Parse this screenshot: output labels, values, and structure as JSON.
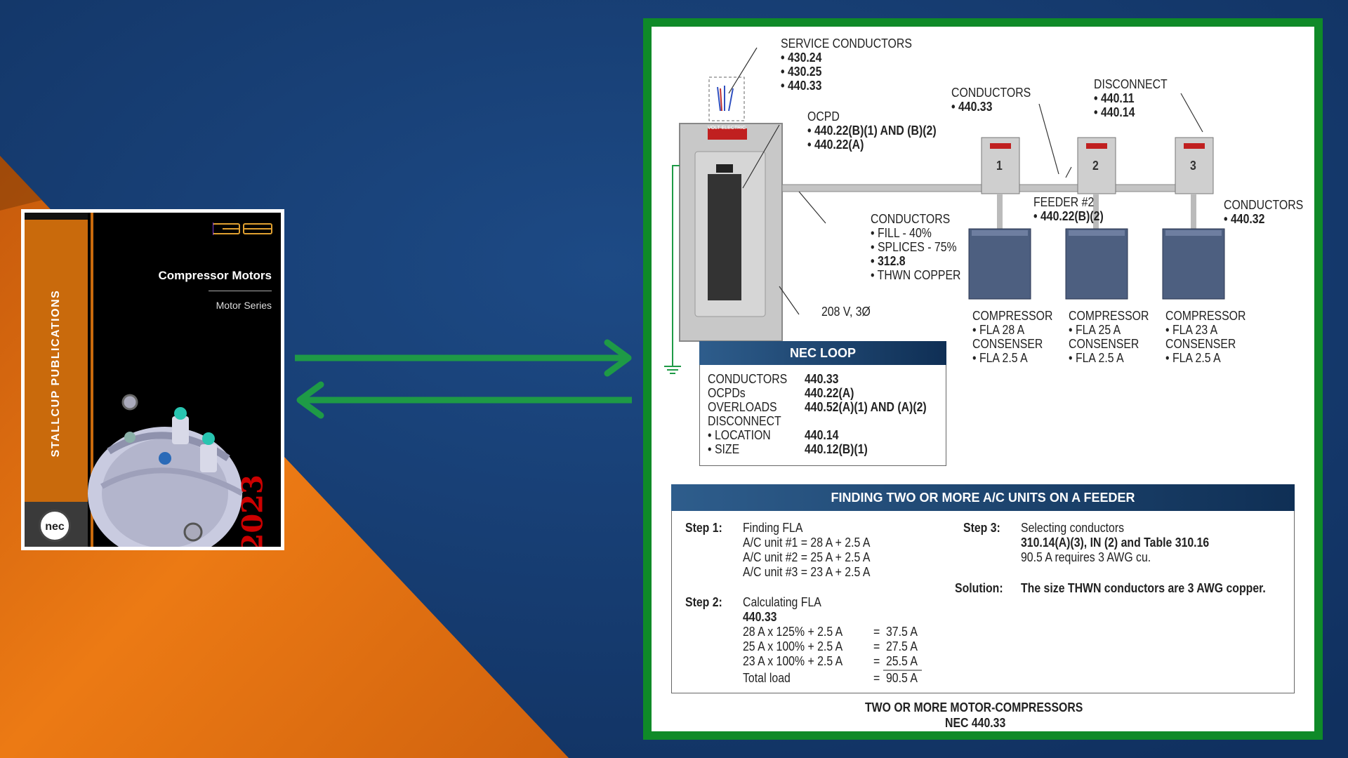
{
  "colors": {
    "navy": "#163a6e",
    "orange": "#e06a10",
    "green_border": "#0f8a28",
    "arrow_green": "#1e9a46"
  },
  "book": {
    "publisher": "STALLCUP PUBLICATIONS",
    "title": "Compressor Motors",
    "subtitle": "Motor Series",
    "year": "2023",
    "logo_text": "nec",
    "brand_logo": "GB"
  },
  "arrows": {
    "icons": [
      "arrow-right-icon",
      "arrow-left-icon"
    ]
  },
  "diagram": {
    "service": {
      "title": "SERVICE CONDUCTORS",
      "refs": [
        "• 430.24",
        "• 430.25",
        "• 440.33"
      ]
    },
    "ocpd": {
      "title": "OCPD",
      "refs": [
        "• 440.22(B)(1) AND (B)(2)",
        "• 440.22(A)"
      ]
    },
    "panel_label": "VOLT ELECTRIC",
    "conductors_top": {
      "title": "CONDUCTORS",
      "ref": "• 440.33"
    },
    "disconnect": {
      "title": "DISCONNECT",
      "refs": [
        "• 440.11",
        "• 440.14"
      ]
    },
    "feeder": {
      "title": "FEEDER #2",
      "ref": "• 440.22(B)(2)"
    },
    "conductors_right": {
      "title": "CONDUCTORS",
      "ref": "• 440.32"
    },
    "conductors_mid": {
      "title": "CONDUCTORS",
      "lines": [
        "• FILL - 40%",
        "• SPLICES - 75%"
      ],
      "ref": "• 312.8",
      "last": "• THWN COPPER"
    },
    "voltage": "208 V, 3Ø",
    "disconnect_numbers": [
      "1",
      "2",
      "3"
    ],
    "units": [
      {
        "compressor": "COMPRESSOR",
        "fla": "• FLA   28 A",
        "condenser": "CONSENSER",
        "cfla": "• FLA 2.5 A"
      },
      {
        "compressor": "COMPRESSOR",
        "fla": "• FLA   25 A",
        "condenser": "CONSENSER",
        "cfla": "• FLA 2.5 A"
      },
      {
        "compressor": "COMPRESSOR",
        "fla": "• FLA   23 A",
        "condenser": "CONSENSER",
        "cfla": "• FLA 2.5 A"
      }
    ],
    "nec_loop": {
      "title": "NEC LOOP",
      "rows": [
        {
          "label": "CONDUCTORS",
          "value": "440.33"
        },
        {
          "label": "OCPDs",
          "value": "440.22(A)"
        },
        {
          "label": "OVERLOADS",
          "value": "440.52(A)(1) AND (A)(2)"
        },
        {
          "label": "DISCONNECT",
          "value": ""
        },
        {
          "label": "• LOCATION",
          "value": "440.14"
        },
        {
          "label": "• SIZE",
          "value": "440.12(B)(1)"
        }
      ]
    },
    "finding": {
      "title": "FINDING TWO OR MORE A/C UNITS ON A FEEDER",
      "step1": {
        "label": "Step 1:",
        "title": "Finding FLA",
        "lines": [
          "A/C unit #1 = 28 A + 2.5 A",
          "A/C unit #2 = 25 A + 2.5 A",
          "A/C unit #3 = 23 A + 2.5 A"
        ]
      },
      "step2": {
        "label": "Step 2:",
        "title": "Calculating FLA",
        "ref": "440.33",
        "rows": [
          {
            "expr": "28 A x 125% + 2.5 A",
            "eq": "=",
            "val": "37.5 A"
          },
          {
            "expr": "25 A x 100% + 2.5 A",
            "eq": "=",
            "val": "27.5 A"
          },
          {
            "expr": "23 A x 100% + 2.5 A",
            "eq": "=",
            "val": "25.5 A"
          },
          {
            "expr": "Total load",
            "eq": "=",
            "val": "90.5 A"
          }
        ]
      },
      "step3": {
        "label": "Step 3:",
        "title": "Selecting conductors",
        "ref": "310.14(A)(3), IN (2) and Table 310.16",
        "line": "90.5 A requires 3 AWG cu."
      },
      "solution": {
        "label": "Solution:",
        "text": "The size THWN conductors are 3 AWG copper."
      }
    },
    "caption": {
      "line1": "TWO OR MORE MOTOR-COMPRESSORS",
      "line2": "NEC 440.33"
    }
  }
}
